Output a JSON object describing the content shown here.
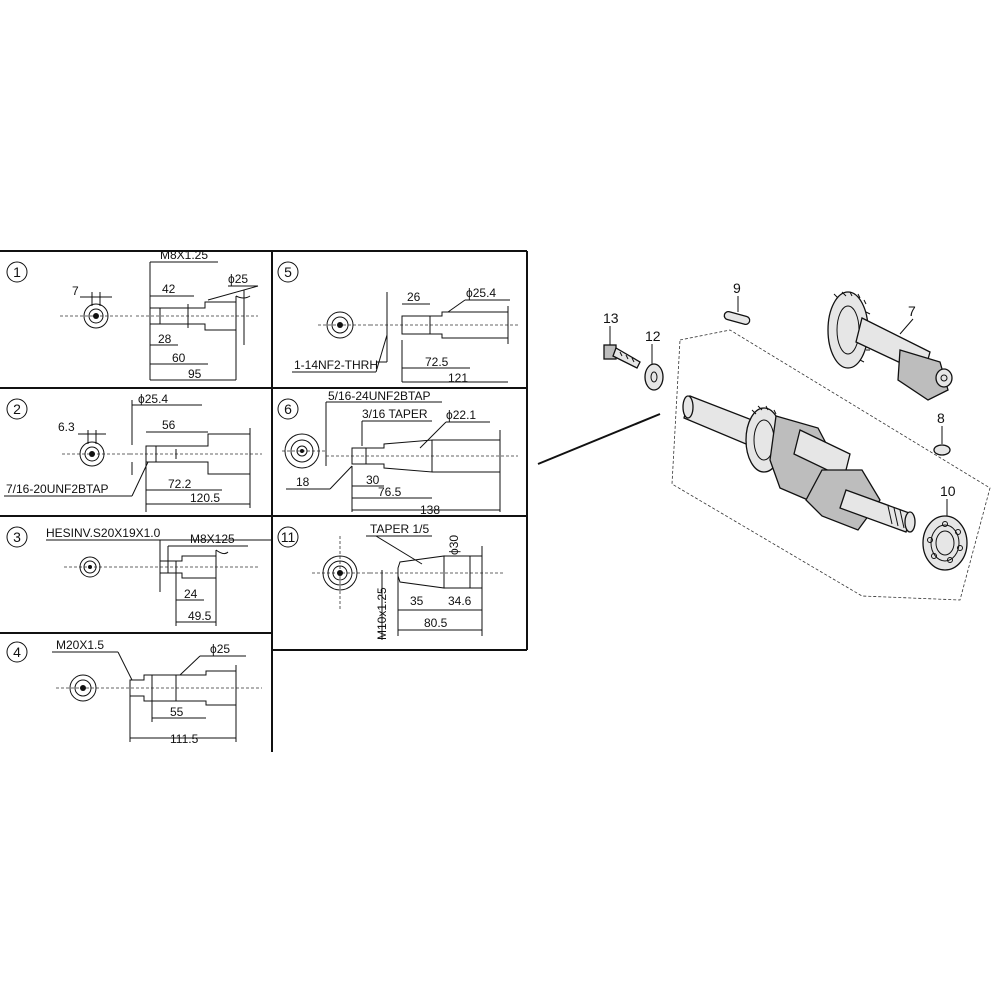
{
  "panels": {
    "p1": {
      "number": "1",
      "dims": {
        "thread": "M8X1.25",
        "dia": "ϕ25",
        "d7": "7",
        "d42": "42",
        "d28": "28",
        "d60": "60",
        "d95": "95"
      }
    },
    "p2": {
      "number": "2",
      "dims": {
        "dia": "ϕ25.4",
        "d63": "6.3",
        "d56": "56",
        "d722": "72.2",
        "d1205": "120.5",
        "tap": "7/16-20UNF2BTAP"
      }
    },
    "p3": {
      "number": "3",
      "dims": {
        "spline": "HESINV.S20X19X1.0",
        "thread": "M8X125",
        "d24": "24",
        "d495": "49.5"
      }
    },
    "p4": {
      "number": "4",
      "dims": {
        "thread": "M20X1.5",
        "dia": "ϕ25",
        "d55": "55",
        "d1115": "111.5"
      }
    },
    "p5": {
      "number": "5",
      "dims": {
        "d26": "26",
        "dia": "ϕ25.4",
        "d725": "72.5",
        "d121": "121",
        "thread": "1-14NF2-THRH"
      }
    },
    "p6": {
      "number": "6",
      "dims": {
        "tap": "5/16-24UNF2BTAP",
        "taper": "3/16 TAPER",
        "dia": "ϕ22.1",
        "d18": "18",
        "d30": "30",
        "d765": "76.5",
        "d138": "138"
      }
    },
    "p11": {
      "number": "11",
      "dims": {
        "taper": "TAPER 1/5",
        "dia": "ϕ30",
        "d35": "35",
        "d346": "34.6",
        "d805": "80.5",
        "thread": "M10x1.25"
      }
    }
  },
  "parts": {
    "p13": "13",
    "p12": "12",
    "p9": "9",
    "p7": "7",
    "p8": "8",
    "p10": "10"
  }
}
